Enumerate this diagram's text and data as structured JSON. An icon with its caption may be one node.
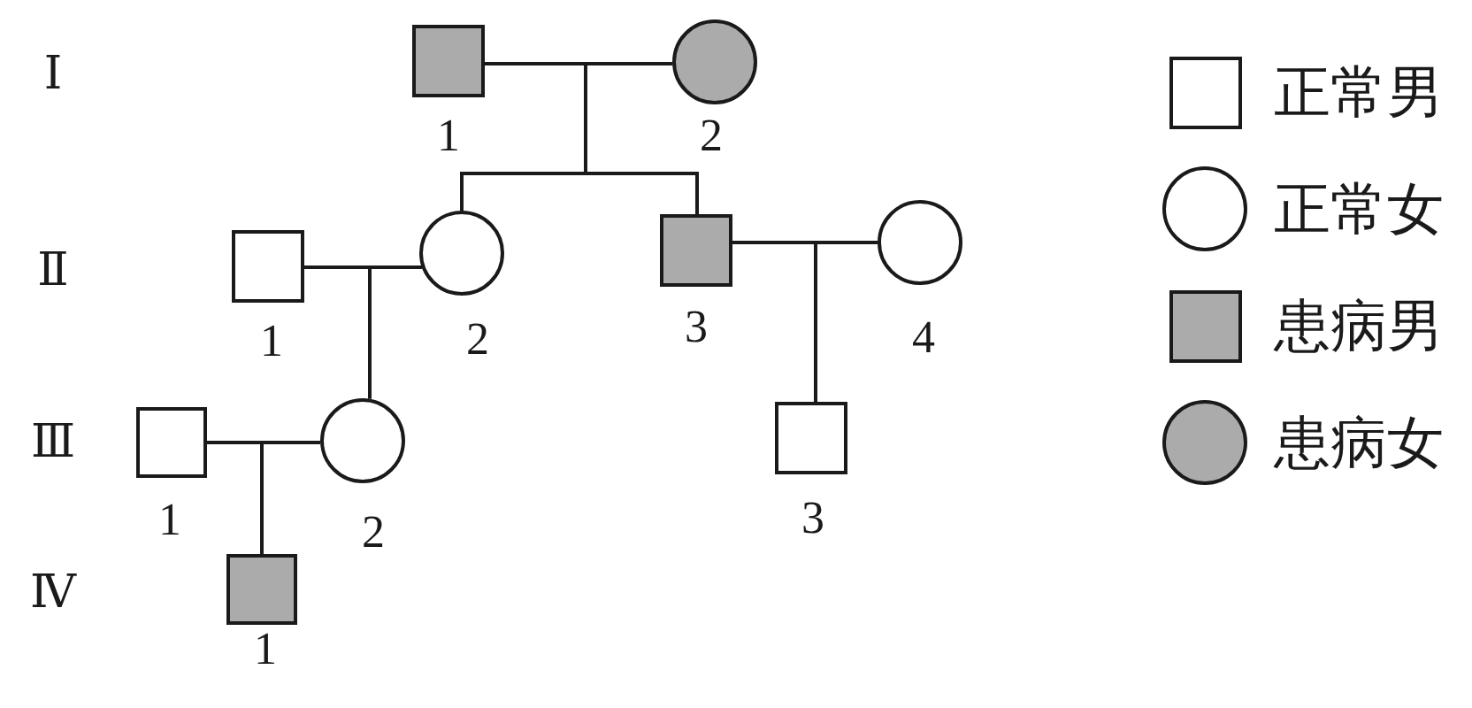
{
  "diagram": {
    "nodes": [
      {
        "text": [],
        "shape": "box",
        "beside": [
          "1"
        ]
      },
      {
        "text": [],
        "shape": "circle",
        "beside": [
          "2"
        ]
      },
      {
        "text": [],
        "shape": "box",
        "beside": [
          "1"
        ]
      },
      {
        "text": [],
        "shape": "circle",
        "beside": [
          "2"
        ]
      },
      {
        "text": [],
        "shape": "box",
        "beside": [
          "3"
        ]
      },
      {
        "text": [],
        "shape": "circle",
        "beside": [
          "4"
        ]
      },
      {
        "text": [],
        "shape": "box",
        "beside": [
          "1"
        ]
      },
      {
        "text": [],
        "shape": "circle",
        "beside": [
          "2"
        ]
      },
      {
        "text": [],
        "shape": "box",
        "beside": [
          "3"
        ]
      },
      {
        "text": [],
        "shape": "box",
        "beside": [
          "1"
        ]
      }
    ],
    "edges": [
      {
        "from": 0,
        "to": 1,
        "arrow": "none"
      },
      {
        "from": 0,
        "to": 3,
        "arrow": "none"
      },
      {
        "from": 1,
        "to": 3,
        "arrow": "none"
      },
      {
        "from": 0,
        "to": 4,
        "arrow": "none"
      },
      {
        "from": 1,
        "to": 4,
        "arrow": "none"
      },
      {
        "from": 2,
        "to": 3,
        "arrow": "none"
      },
      {
        "from": 2,
        "to": 7,
        "arrow": "none"
      },
      {
        "from": 3,
        "to": 7,
        "arrow": "none"
      },
      {
        "from": 4,
        "to": 5,
        "arrow": "none"
      },
      {
        "from": 4,
        "to": 8,
        "arrow": "none"
      },
      {
        "from": 5,
        "to": 8,
        "arrow": "none"
      },
      {
        "from": 6,
        "to": 7,
        "arrow": "none"
      },
      {
        "from": 6,
        "to": 9,
        "arrow": "none"
      },
      {
        "from": 7,
        "to": 9,
        "arrow": "none"
      }
    ],
    "labels": [
      "Ⅰ",
      "Ⅱ",
      "Ⅲ",
      "Ⅳ"
    ],
    "legend": [
      {
        "text": "正常男"
      },
      {
        "text": "正常女"
      },
      {
        "text": "患病男",
        "color": "#ababab"
      },
      {
        "text": "患病女",
        "color": "#ababab"
      }
    ]
  }
}
